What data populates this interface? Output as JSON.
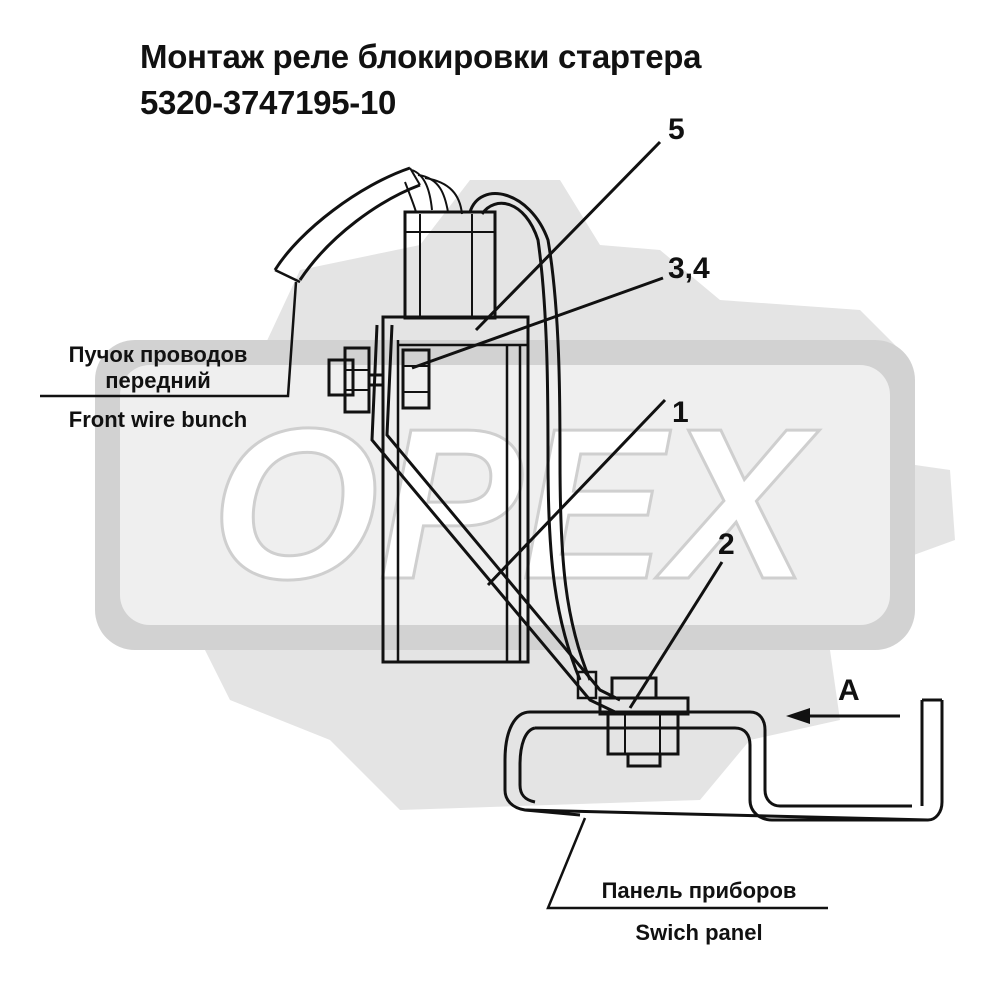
{
  "title": {
    "line1": "Монтаж реле блокировки стартера",
    "line2": "5320-3747195-10"
  },
  "watermark": {
    "text": "OPEX",
    "color": "#dcdcdc"
  },
  "callouts": {
    "c5": "5",
    "c34": "3,4",
    "c1": "1",
    "c2": "2",
    "cA": "A"
  },
  "labels": {
    "front_wire_ru_1": "Пучок проводов",
    "front_wire_ru_2": "передний",
    "front_wire_en": "Front wire bunch",
    "panel_ru": "Панель приборов",
    "panel_en": "Swich panel"
  },
  "colors": {
    "line": "#111111",
    "background": "#ffffff",
    "watermark": "#dcdcdc"
  }
}
